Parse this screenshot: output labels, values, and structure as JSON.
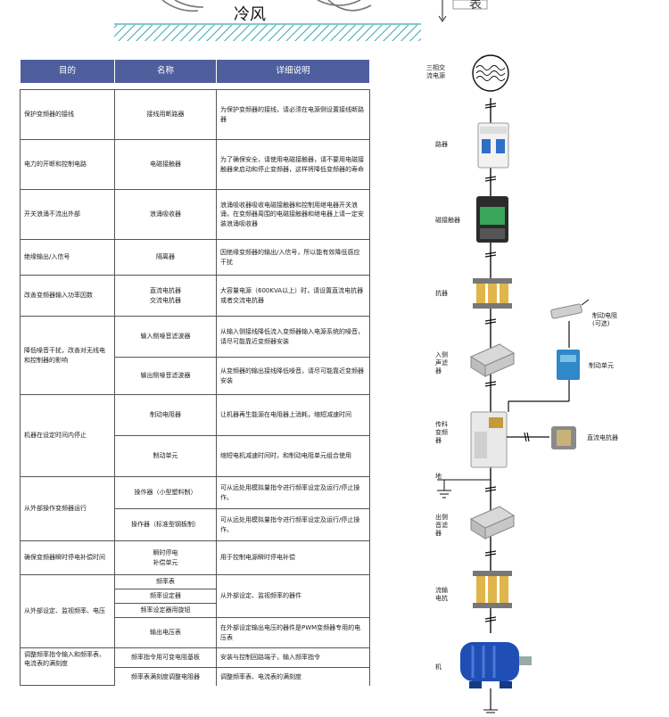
{
  "top": {
    "caption": "冷风",
    "corner_char": "表"
  },
  "table": {
    "headers": [
      "目的",
      "名称",
      "详细说明"
    ],
    "rows": [
      {
        "purpose": "保护变频器的接线",
        "name": "接线用断路器",
        "desc": "为保护变频器的接线，请必须在电源侧设置接线断路器"
      },
      {
        "purpose": "电力的开断和控制电路",
        "name": "电磁接触器",
        "desc": "为了确保安全，请使用电磁接触器，请不要用电磁接触器来启动和停止变频器，这样将降低变频器的寿命"
      },
      {
        "purpose": "开关浪涌不流出外部",
        "name": "浪涌吸收器",
        "desc": "浪涌吸收器吸收电磁接触器和控制用继电器开关浪涌，在变频器周围的电磁接触器和继电器上请一定安装浪涌吸收器"
      },
      {
        "purpose": "绝缘输出/入信号",
        "name": "隔离器",
        "desc": "因绝缘变频器的输出/入信号，所以能有效降低感应干扰"
      },
      {
        "purpose": "改善变频器输入功率因数",
        "name": "直流电抗器\n交流电抗器",
        "desc": "大容量电源（600KVA以上）时，请设置直流电抗器或者交流电抗器"
      }
    ],
    "noise_group": {
      "purpose": "降低噪音干扰，改善对无线电和控制器的影响",
      "items": [
        {
          "name": "输入侧噪音滤波器",
          "desc": "从输入侧接线降低流入变频器输入电源系统的噪音，请尽可能靠近变频器安装"
        },
        {
          "name": "输出侧噪音滤波器",
          "desc": "从变频器的输出接线降低噪音，请尽可能靠近变频器安装"
        }
      ]
    },
    "stop_group": {
      "purpose": "机器在设定时间内停止",
      "items": [
        {
          "name": "制动电阻器",
          "desc": "让机器再生能源在电阻器上消耗，缩短减速时间"
        },
        {
          "name": "制动单元",
          "desc": "缩短电机减速时间时，和制动电阻单元组合使用"
        }
      ]
    },
    "operator_group": {
      "purpose": "从外部操作变频器运行",
      "items": [
        {
          "name": "操作器（小型塑料制）",
          "desc": "可从远处用模拟量指令进行频率设定及运行/停止操作。"
        },
        {
          "name": "操作器（标准型钢板制）",
          "desc": "可从远处用模拟量指令进行频率设定及运行/停止操作。"
        }
      ]
    },
    "power_loss": {
      "purpose": "确保变频器瞬时停电补偿时间",
      "name": "瞬时停电\n补偿单元",
      "desc": "用于控制电源瞬时停电补偿"
    },
    "monitor_group": {
      "purpose": "从外部设定、监视频率、电压",
      "items": [
        {
          "name": "频率表"
        },
        {
          "name": "频率设定器"
        },
        {
          "name": "频率设定器用旋钮"
        },
        {
          "name": "输出电压表",
          "desc": "在外部设定输出电压的器件是PWM变频器专用的电压表"
        }
      ],
      "shared_desc": "从外部设定、监视频率的器件"
    },
    "adjust_group": {
      "purpose": "调整频率指令输入和频率表、电流表的满刻度",
      "items": [
        {
          "name": "频率指令用可变电阻基板",
          "desc": "安装与控制回路端子，输入频率指令"
        },
        {
          "name": "频率表满刻度调整电阻器",
          "desc": "调整频率表、电流表的满刻度"
        }
      ]
    }
  },
  "diagram": {
    "labels": {
      "source": "三相交\n流电源",
      "breaker": "路器",
      "contactor": "磁接触器",
      "reactor": "抗器",
      "input_filter": "入侧\n声滤\n器",
      "brake_resistor": "制动电阻\n(可选)",
      "brake_unit": "制动单元",
      "inverter": "传科\n变频\n器",
      "dc_reactor": "直流电抗器",
      "ground": "地",
      "output_filter": "出侧\n音滤\n器",
      "output_reactor": "流输\n电抗",
      "motor": "机"
    },
    "colors": {
      "header_bg": "#4f5f9e",
      "line": "#111111",
      "motor_blue": "#1f4fb5",
      "reactor_yellow": "#e0b54a",
      "hatch": "#3aa6b0"
    }
  }
}
